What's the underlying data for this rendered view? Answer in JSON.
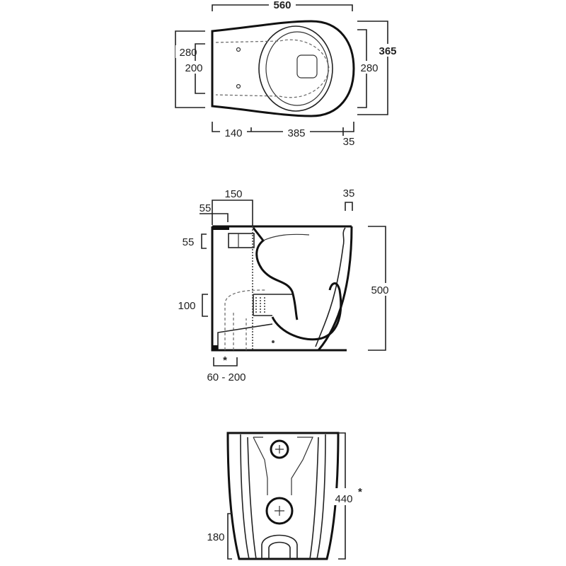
{
  "top_view": {
    "width_total": "560",
    "depth_left_outer": "280",
    "depth_left_inner": "200",
    "depth_right_total": "365",
    "depth_right_inner": "280",
    "bottom_left": "140",
    "bottom_mid": "385",
    "bottom_right": "35"
  },
  "side_view": {
    "top_width": "150",
    "top_offset": "55",
    "rim_thickness": "35",
    "inlet_height": "55",
    "height": "500",
    "outlet_height": "100",
    "outlet_marker": "*",
    "outlet_range": "60 - 200"
  },
  "front_view": {
    "height": "440",
    "height_marker": "*",
    "outlet_height": "180"
  }
}
